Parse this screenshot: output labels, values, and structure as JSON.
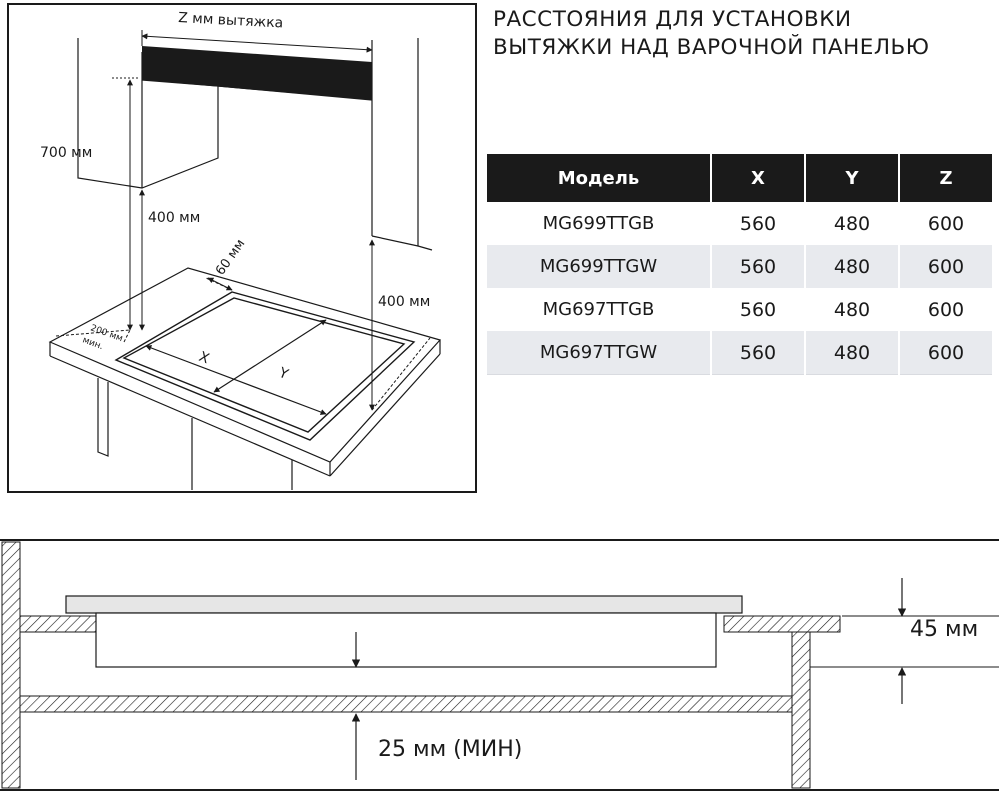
{
  "title": {
    "line1": "РАССТОЯНИЯ ДЛЯ УСТАНОВКИ",
    "line2": "ВЫТЯЖКИ НАД ВАРОЧНОЙ ПАНЕЛЬЮ"
  },
  "labels": {
    "z_hood": "Z мм вытяжка",
    "d700": "700 мм",
    "d400_left": "400 мм",
    "d400_right": "400 мм",
    "d60": "60 мм",
    "d200": "200 мм",
    "d200_unit": "мин.",
    "x": "X",
    "y": "Y",
    "d45": "45 мм",
    "d25": "25 мм (МИН)"
  },
  "table": {
    "headers": [
      "Модель",
      "X",
      "Y",
      "Z"
    ],
    "rows": [
      [
        "MG699TTGB",
        "560",
        "480",
        "600"
      ],
      [
        "MG699TTGW",
        "560",
        "480",
        "600"
      ],
      [
        "MG697TTGB",
        "560",
        "480",
        "600"
      ],
      [
        "MG697TTGW",
        "560",
        "480",
        "600"
      ]
    ]
  }
}
